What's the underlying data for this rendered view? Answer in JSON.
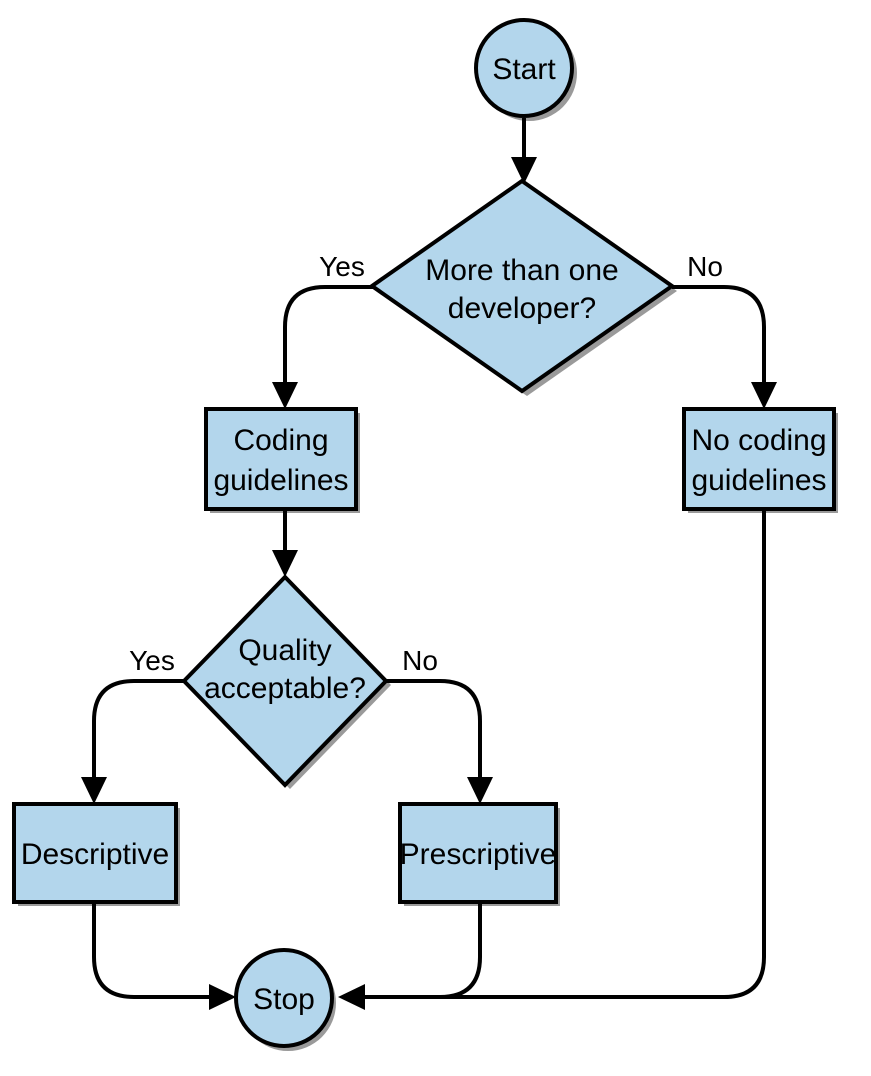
{
  "diagram": {
    "nodes": {
      "start": {
        "label": "Start"
      },
      "decision_developers": {
        "line1": "More than one",
        "line2": "developer?"
      },
      "coding_guidelines": {
        "line1": "Coding",
        "line2": "guidelines"
      },
      "no_coding_guidelines": {
        "line1": "No coding",
        "line2": "guidelines"
      },
      "decision_quality": {
        "line1": "Quality",
        "line2": "acceptable?"
      },
      "descriptive": {
        "label": "Descriptive"
      },
      "prescriptive": {
        "label": "Prescriptive"
      },
      "stop": {
        "label": "Stop"
      }
    },
    "edges": {
      "developers_yes": "Yes",
      "developers_no": "No",
      "quality_yes": "Yes",
      "quality_no": "No"
    }
  },
  "colors": {
    "node_fill": "#b3d6ec",
    "stroke": "#000000",
    "shadow": "#9a9a9a"
  }
}
